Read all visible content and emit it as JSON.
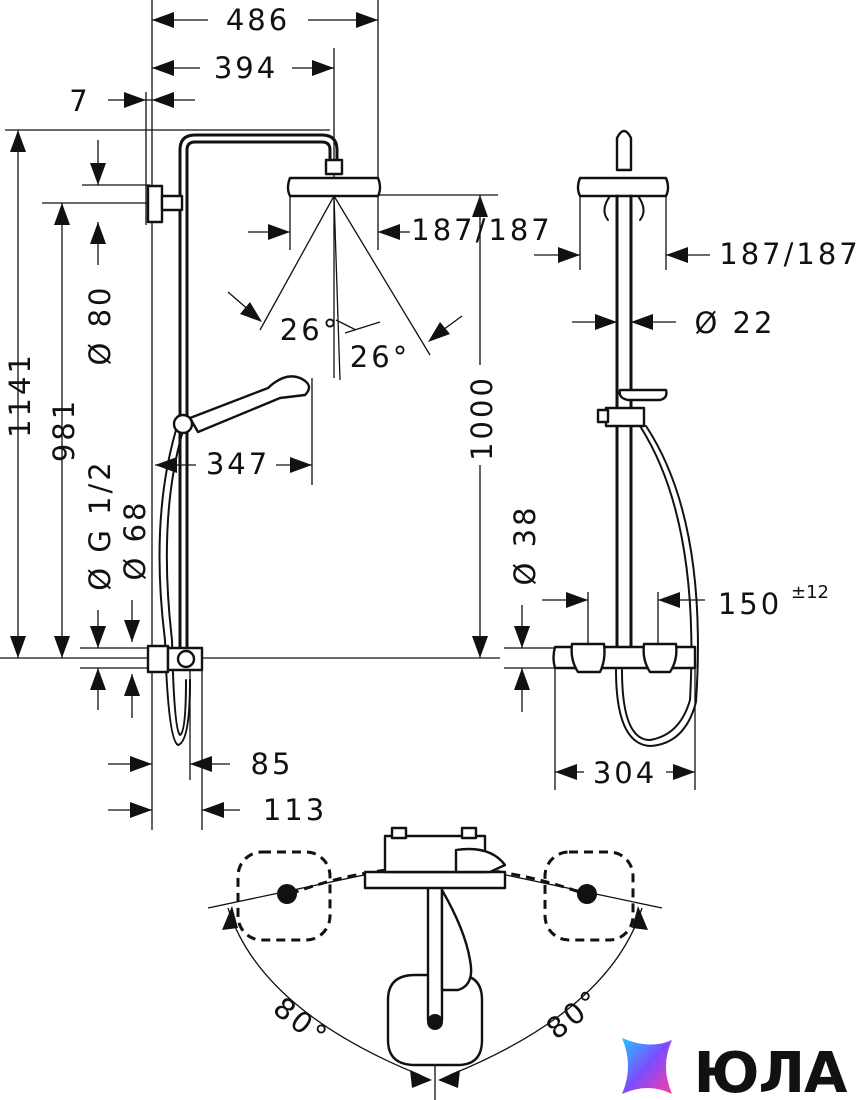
{
  "dimensions": {
    "width_486": "486",
    "width_394": "394",
    "offset_7": "7",
    "height_1141": "1141",
    "height_981": "981",
    "dia_80": "Ø 80",
    "dia_g12": "Ø G 1/2",
    "dia_68": "Ø 68",
    "head_187_left": "187/187",
    "head_187_right": "187/187",
    "angle_left": "26°",
    "angle_right": "26°",
    "reach_347": "347",
    "height_1000": "1000",
    "dia_22": "Ø 22",
    "dia_38": "Ø 38",
    "spacing_150": "150",
    "spacing_150_tol": "±12",
    "depth_85": "85",
    "depth_113": "113",
    "width_304": "304",
    "swivel_left": "80°",
    "swivel_right": "80°"
  },
  "logo": {
    "text": "ЮЛА",
    "colors": [
      "#ff3aa0",
      "#7b4dff",
      "#23c6ff"
    ]
  }
}
